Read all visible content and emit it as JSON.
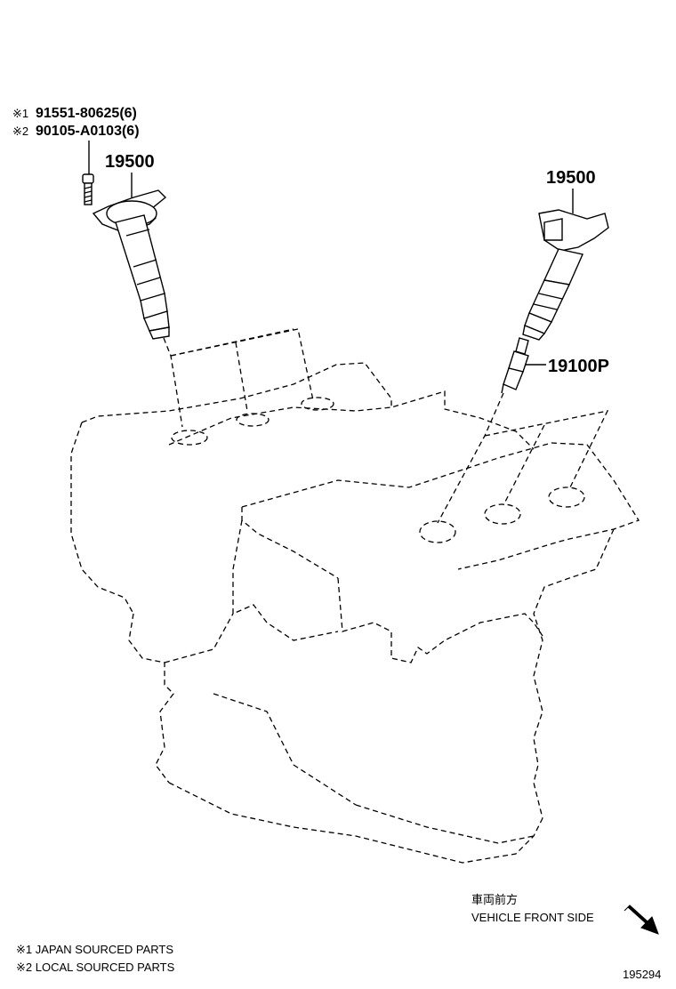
{
  "callouts": {
    "bolt_note_1_mark": "※1",
    "bolt_note_1_part": "91551-80625(6)",
    "bolt_note_2_mark": "※2",
    "bolt_note_2_part": "90105-A0103(6)",
    "coil_left": "19500",
    "coil_right": "19500",
    "spark_plug": "19100P"
  },
  "orientation": {
    "japanese": "車両前方",
    "english": "VEHICLE FRONT SIDE",
    "arrow_icon": "diagonal-arrow-icon"
  },
  "legend": {
    "item_1": "※1 JAPAN SOURCED PARTS",
    "item_2": "※2 LOCAL SOURCED PARTS"
  },
  "figure_number": "195294"
}
